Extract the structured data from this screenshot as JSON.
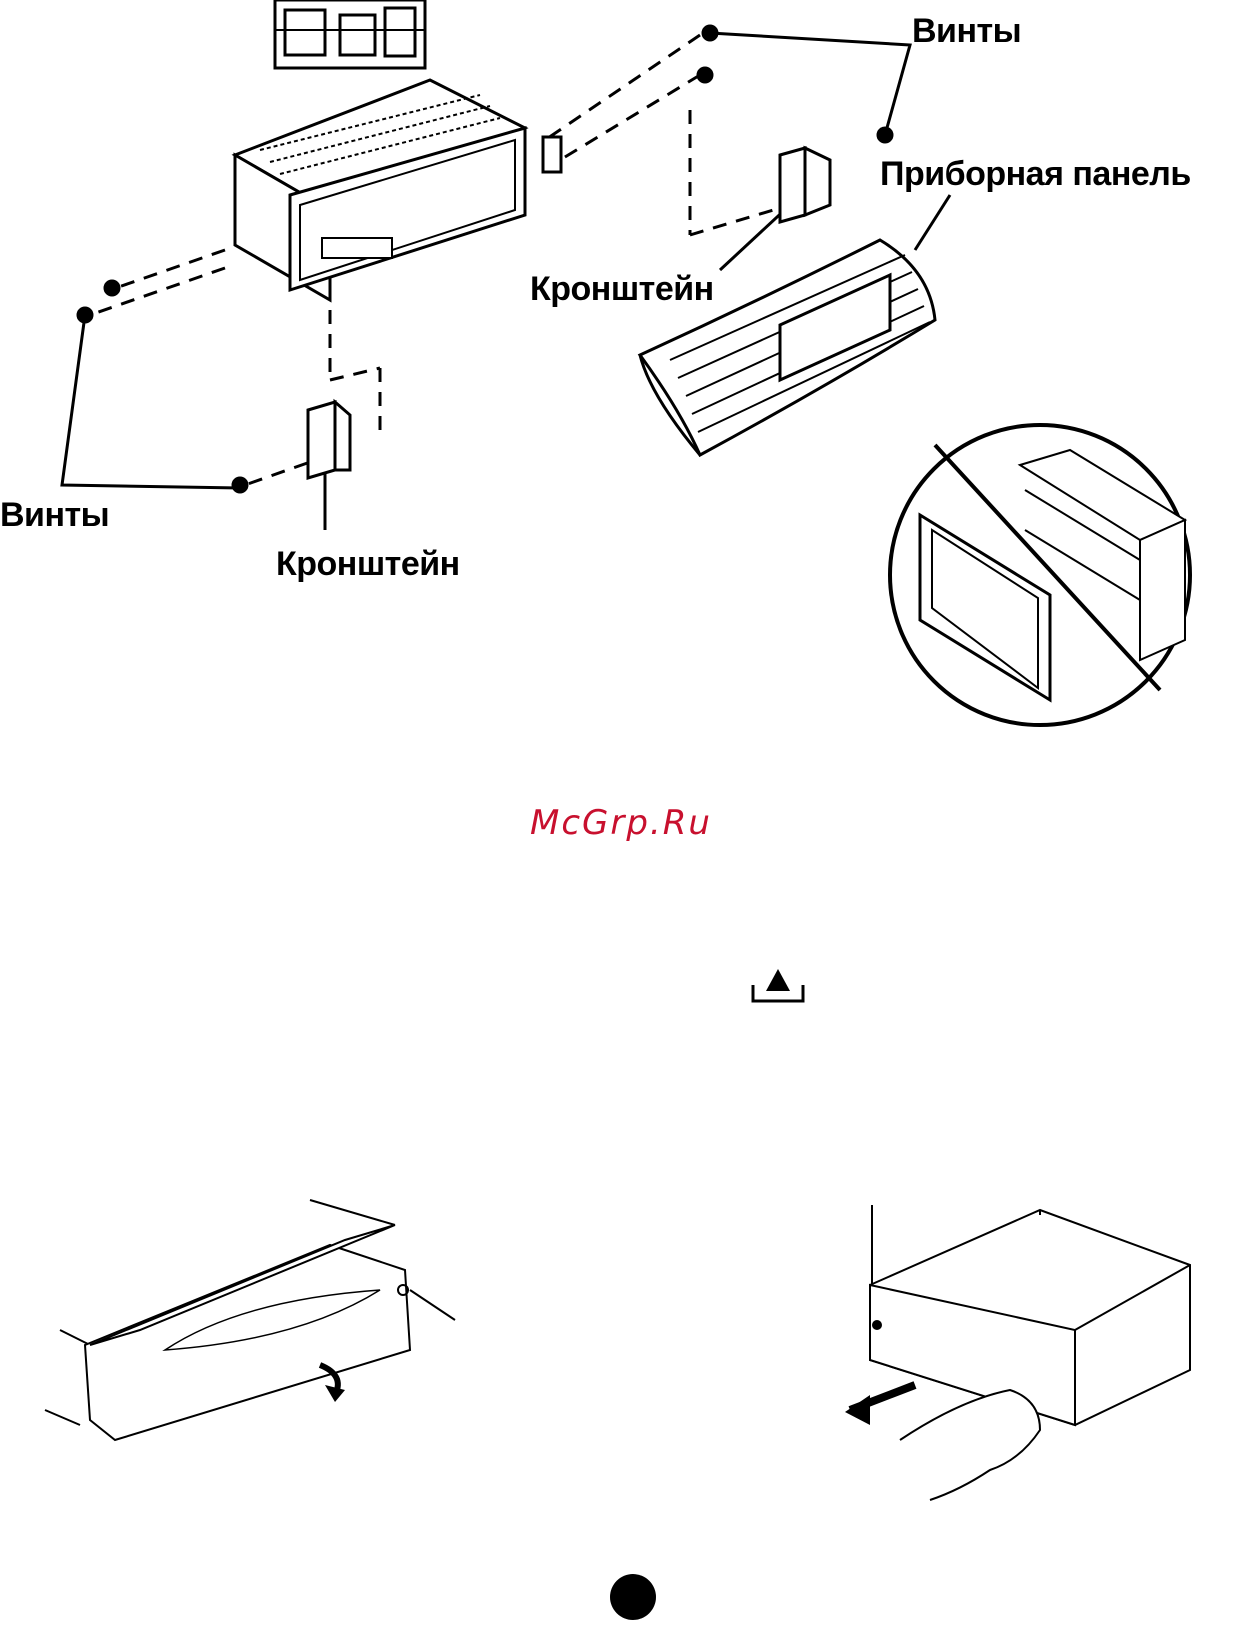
{
  "labels": {
    "screws_top": "Винты",
    "screws_left": "Винты",
    "bracket_right": "Кронштейн",
    "bracket_bottom": "Кронштейн",
    "dashboard": "Приборная панель"
  },
  "watermark": {
    "text": "McGrp.Ru",
    "color": "#c8102e"
  },
  "icons": {
    "eject": "eject-icon",
    "page_marker": "filled-circle"
  }
}
